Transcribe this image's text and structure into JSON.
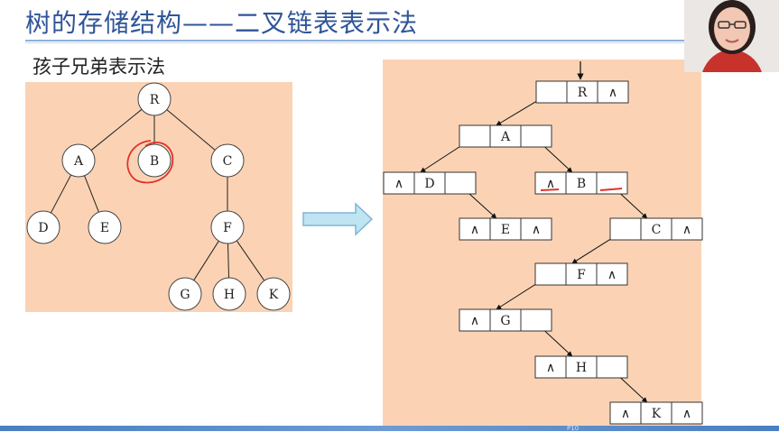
{
  "title": "树的存储结构——二叉链表表示法",
  "subtitle": "孩子兄弟表示法",
  "page_number": "P10",
  "colors": {
    "panel_bg": "#fbd3b4",
    "title": "#2f5597",
    "arrow_fill": "#bfe4f2",
    "arrow_stroke": "#7fb6d6",
    "mark": "#e0322b"
  },
  "tree": {
    "nodes": [
      "R",
      "A",
      "B",
      "C",
      "D",
      "E",
      "F",
      "G",
      "H",
      "K"
    ],
    "edges": [
      [
        "R",
        "A"
      ],
      [
        "R",
        "B"
      ],
      [
        "R",
        "C"
      ],
      [
        "A",
        "D"
      ],
      [
        "A",
        "E"
      ],
      [
        "C",
        "F"
      ],
      [
        "F",
        "G"
      ],
      [
        "F",
        "H"
      ],
      [
        "F",
        "K"
      ]
    ],
    "highlighted": "B"
  },
  "binary_list": {
    "null_symbol": "∧",
    "nodes": [
      {
        "id": "R",
        "first_child": "A",
        "next_sibling": null
      },
      {
        "id": "A",
        "first_child": "D",
        "next_sibling": "B"
      },
      {
        "id": "D",
        "first_child": null,
        "next_sibling": "E"
      },
      {
        "id": "B",
        "first_child": null,
        "next_sibling": "C"
      },
      {
        "id": "E",
        "first_child": null,
        "next_sibling": null
      },
      {
        "id": "C",
        "first_child": "F",
        "next_sibling": null
      },
      {
        "id": "F",
        "first_child": "G",
        "next_sibling": null
      },
      {
        "id": "G",
        "first_child": null,
        "next_sibling": "H"
      },
      {
        "id": "H",
        "first_child": null,
        "next_sibling": "K"
      },
      {
        "id": "K",
        "first_child": null,
        "next_sibling": null
      }
    ]
  }
}
